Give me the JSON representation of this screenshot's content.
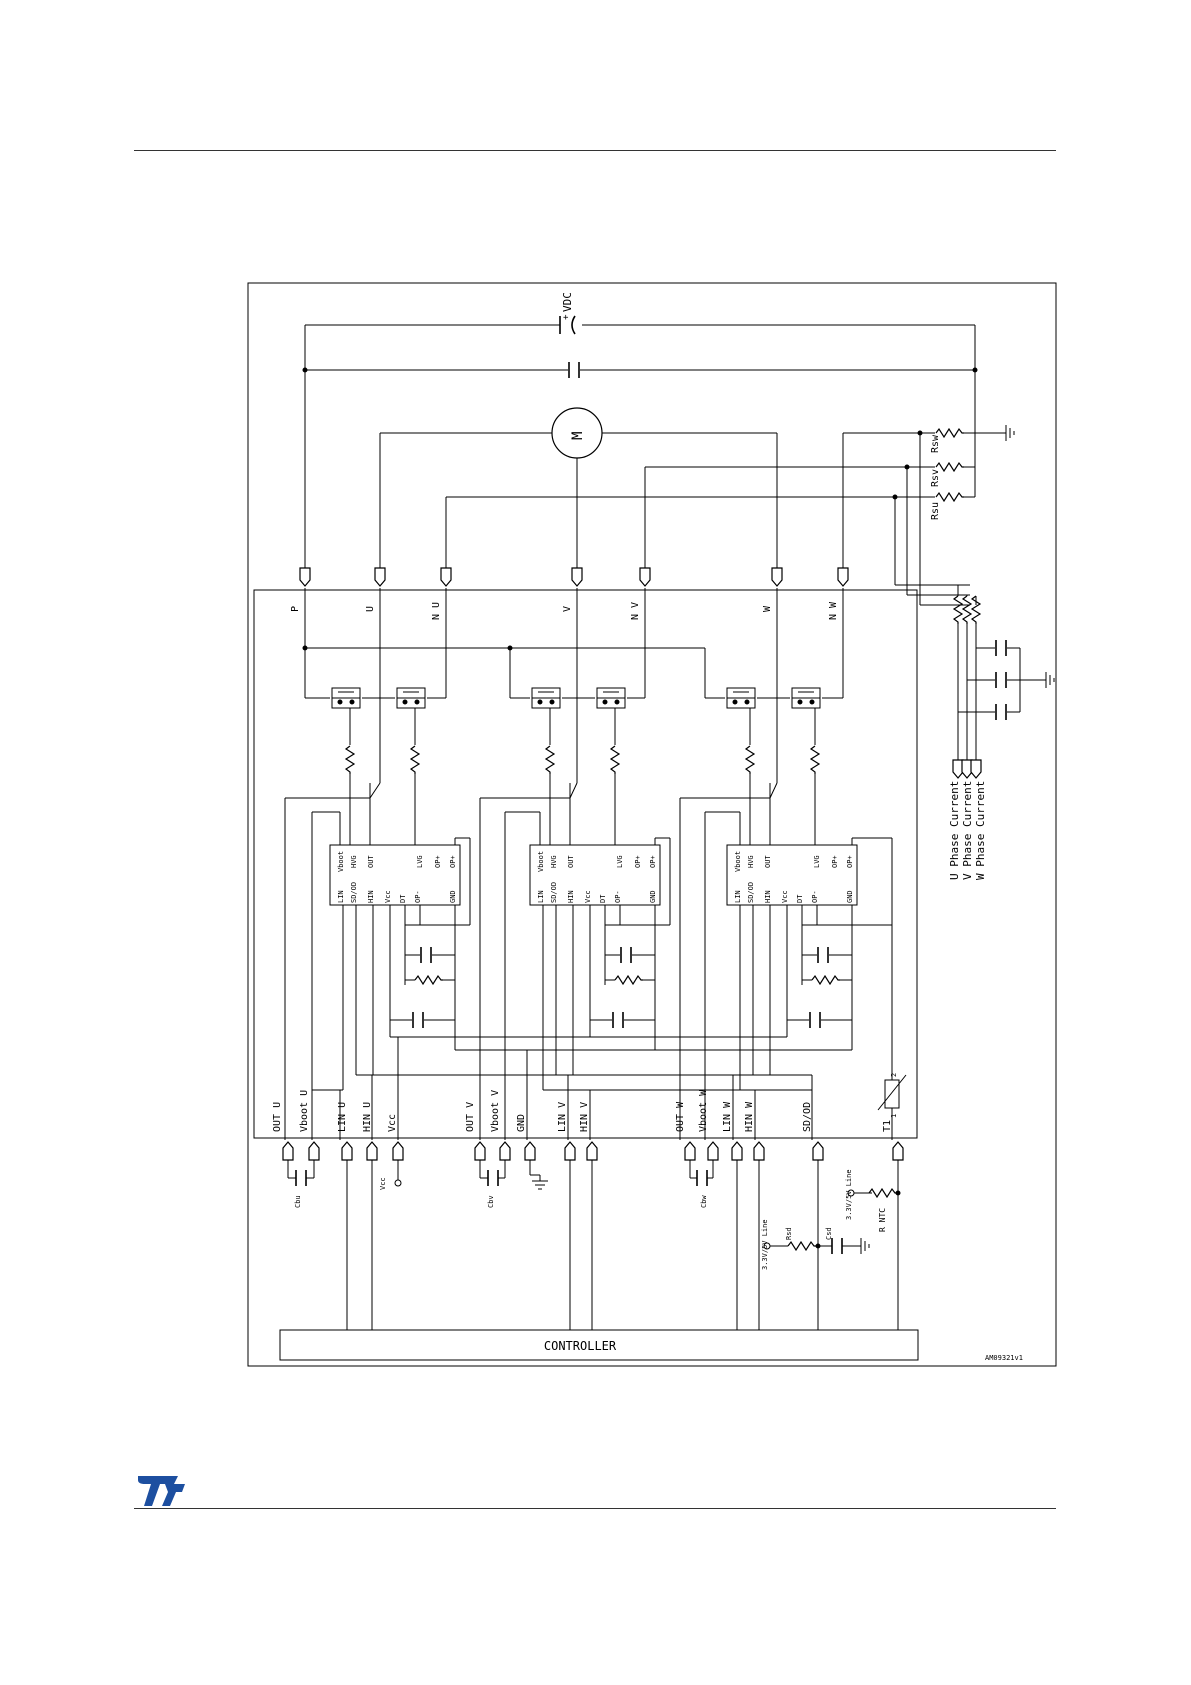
{
  "logo": {
    "text": "ST",
    "color": "#1d4fa0"
  },
  "schematic": {
    "supply_label": "VDC",
    "motor_label": "M",
    "controller_label": "CONTROLLER",
    "figure_code": "AM09321v1",
    "top_terminals": [
      "P",
      "U",
      "N U",
      "V",
      "N V",
      "W",
      "N W"
    ],
    "shunts": [
      "Rsw",
      "Rsv",
      "Rsu"
    ],
    "phase_currents": [
      "U Phase Current",
      "V Phase Current",
      "W Phase Current"
    ],
    "driver_ic": {
      "top_pins_u": [
        "Vboot",
        "HVG",
        "OUT",
        "LVG",
        "OP+",
        "OP+"
      ],
      "top_pins_v": [
        "Vboot",
        "HVG",
        "OUT",
        "LVG",
        "OP+",
        "OP+"
      ],
      "top_pins_w": [
        "Vboot",
        "HVG",
        "OUT",
        "LVG",
        "OP+",
        "OP+"
      ],
      "bottom_pins": [
        "LIN",
        "SD/OD",
        "HIN",
        "Vcc",
        "DT",
        "OP-",
        "GND"
      ]
    },
    "bottom_labels": [
      "OUT U",
      "Vboot U",
      "LIN U",
      "HIN U",
      "Vcc",
      "OUT V",
      "Vboot V",
      "GND",
      "LIN V",
      "HIN V",
      "OUT W",
      "Vboot W",
      "LIN W",
      "HIN W",
      "SD/OD",
      "T1"
    ],
    "boot_caps": [
      "Cbu",
      "Cbv",
      "Cbw"
    ],
    "vcc_pin": "Vcc",
    "sd_resistor": "Rsd",
    "sd_cap": "Csd",
    "sd_supply": "3.3V/5V Line",
    "ntc_supply": "3.3V/5V Line",
    "ntc_resistor": "R NTC",
    "ntc_pins": [
      "2",
      "1"
    ]
  }
}
